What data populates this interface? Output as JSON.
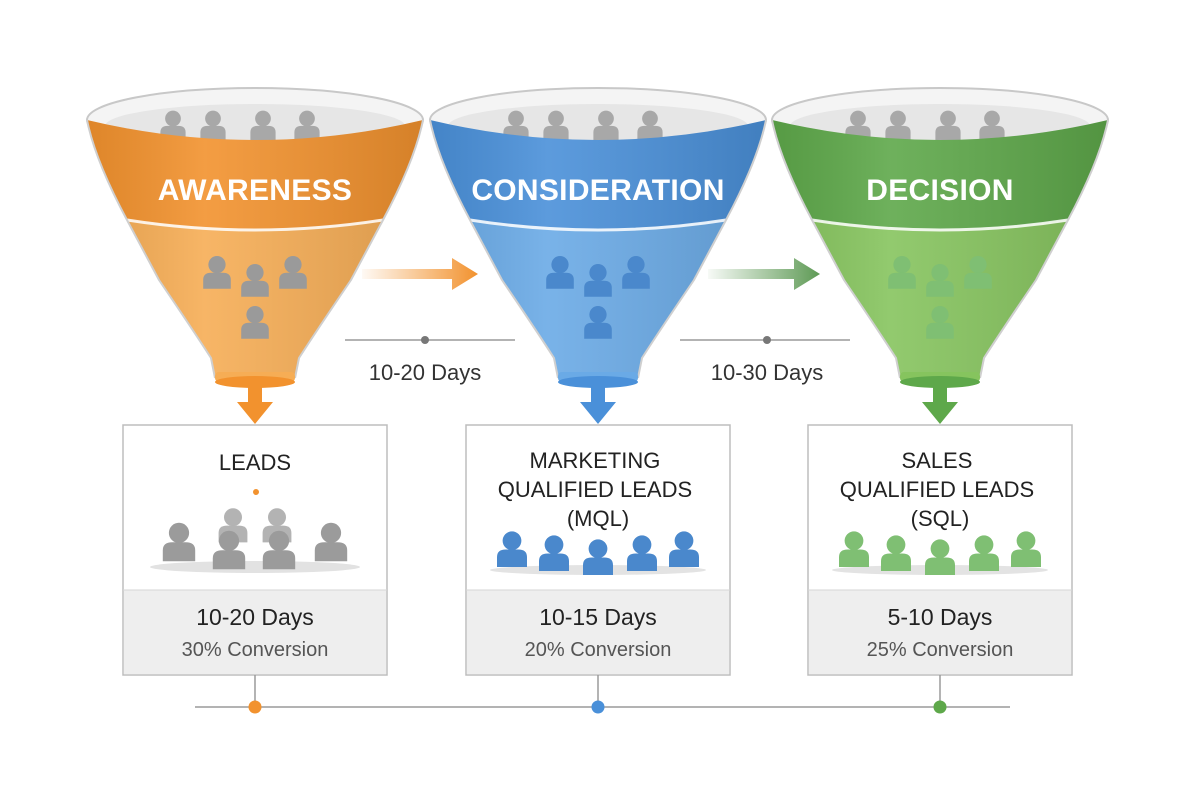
{
  "stages": [
    {
      "id": "awareness",
      "title": "AWARENESS",
      "card_title_lines": [
        "LEADS"
      ],
      "days": "10-20 Days",
      "conversion": "30% Conversion",
      "color": "#f2922e",
      "light_color": "#f6ad55",
      "icon_color": "#9a9a9a"
    },
    {
      "id": "consideration",
      "title": "CONSIDERATION",
      "card_title_lines": [
        "MARKETING",
        "QUALIFIED LEADS",
        "(MQL)"
      ],
      "days": "10-15 Days",
      "conversion": "20% Conversion",
      "color": "#4a90d9",
      "light_color": "#6aaae6",
      "icon_color": "#4a88cc"
    },
    {
      "id": "decision",
      "title": "DECISION",
      "card_title_lines": [
        "SALES",
        "QUALIFIED LEADS",
        "(SQL)"
      ],
      "days": "5-10 Days",
      "conversion": "25% Conversion",
      "color": "#5ea84a",
      "light_color": "#86c45e",
      "icon_color": "#7fbf73"
    }
  ],
  "transitions": [
    {
      "label": "10-20 Days",
      "arrow_color": "#f2922e"
    },
    {
      "label": "10-30 Days",
      "arrow_color": "#5e9a55"
    }
  ],
  "colors": {
    "rim": "#f4f4f4",
    "rim_stroke": "#c8c8c8",
    "card_border": "#bdbdbd",
    "card_footer": "#eeeeee",
    "timeline": "#9a9a9a",
    "rim_person": "#a8a8a8"
  }
}
